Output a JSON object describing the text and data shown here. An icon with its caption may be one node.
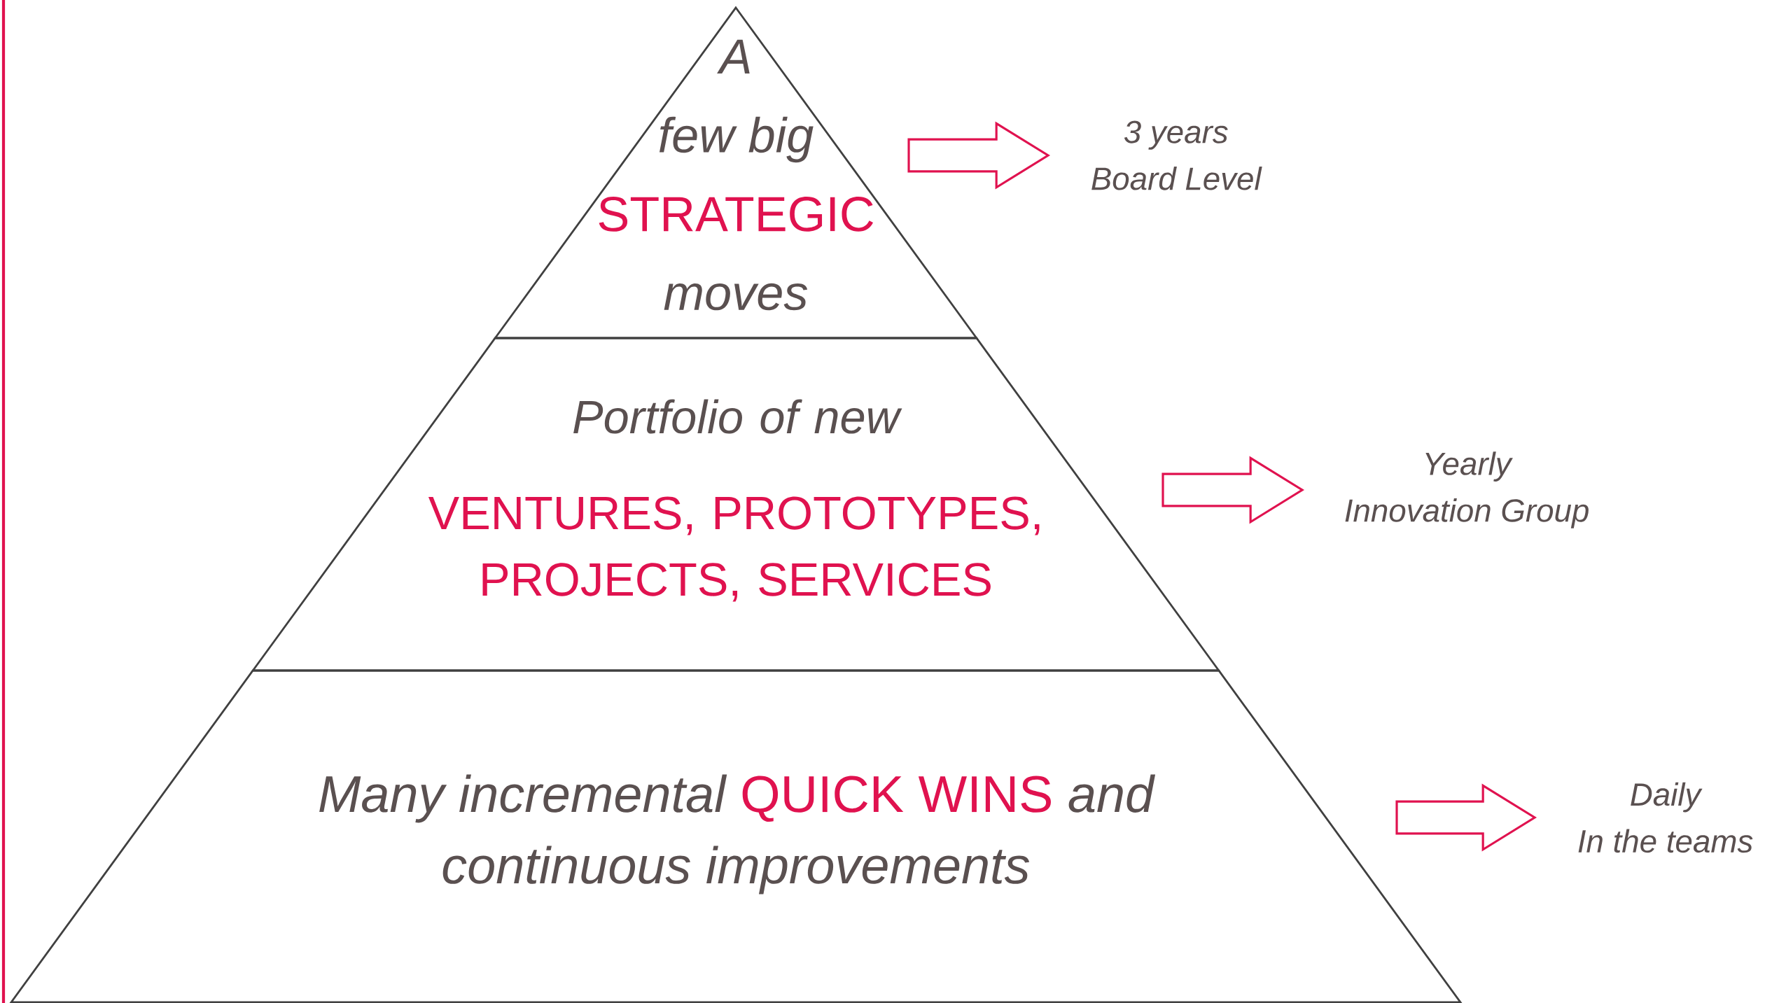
{
  "diagram": {
    "nodes": [
      {
        "text": [
          "A",
          "few big",
          "STRATEGIC",
          "moves"
        ]
      },
      {
        "text": [
          "Portfolio of new",
          "VENTURES, PROTOTYPES, PROJECTS, SERVICES"
        ]
      },
      {
        "text": [
          "Many incremental",
          "QUICK WINS",
          "and",
          "continuous improvements"
        ]
      },
      {
        "text": [
          "3 years",
          "Board Level"
        ]
      },
      {
        "text": [
          "Yearly",
          "Innovation Group"
        ]
      },
      {
        "text": [
          "Daily",
          "In the teams"
        ]
      }
    ],
    "edges": [
      {
        "from": 0,
        "to": 3,
        "arrow": "to"
      },
      {
        "from": 1,
        "to": 4,
        "arrow": "to"
      },
      {
        "from": 2,
        "to": 5,
        "arrow": "to"
      }
    ]
  }
}
